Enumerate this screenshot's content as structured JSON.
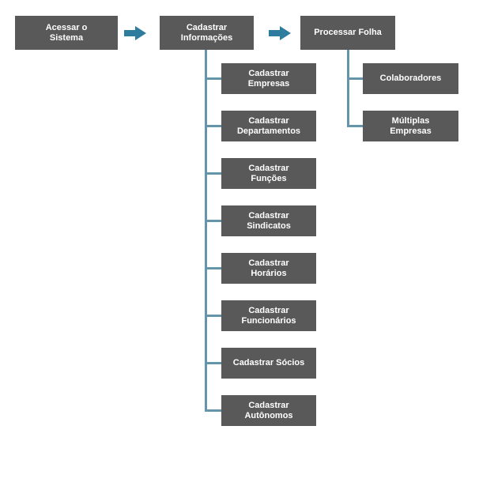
{
  "colors": {
    "box_fill": "#595959",
    "box_text": "#ffffff",
    "connector": "#6495ab",
    "arrow": "#2e7c9e",
    "background": "#ffffff"
  },
  "flow": {
    "step1": "Acessar o\nSistema",
    "step2": "Cadastrar\nInformações",
    "step3": "Processar Folha"
  },
  "cadastrar_children": [
    {
      "label": "Cadastrar\nEmpresas"
    },
    {
      "label": "Cadastrar\nDepartamentos"
    },
    {
      "label": "Cadastrar\nFunções"
    },
    {
      "label": "Cadastrar\nSindicatos"
    },
    {
      "label": "Cadastrar\nHorários"
    },
    {
      "label": "Cadastrar\nFuncionários"
    },
    {
      "label": "Cadastrar Sócios"
    },
    {
      "label": "Cadastrar\nAutônomos"
    }
  ],
  "processar_children": [
    {
      "label": "Colaboradores"
    },
    {
      "label": "Múltiplas\nEmpresas"
    }
  ]
}
